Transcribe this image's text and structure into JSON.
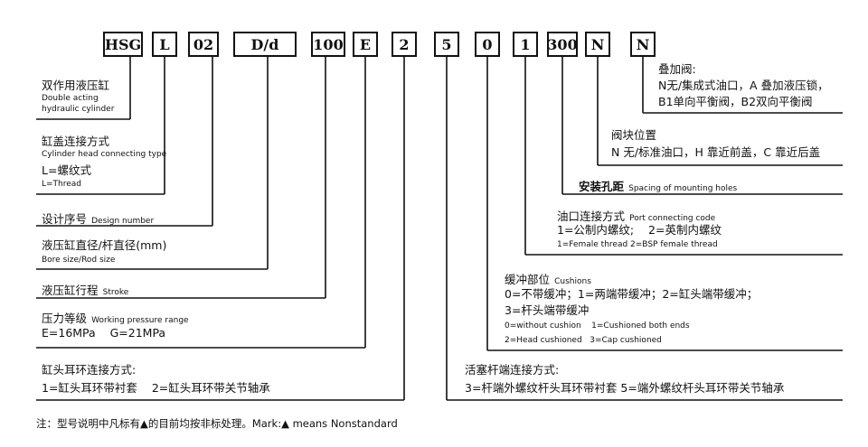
{
  "code": [
    "HSG",
    "L",
    "02",
    "D/d",
    "100",
    "E",
    "2",
    "5",
    "0",
    "1",
    "300",
    "N",
    "N"
  ],
  "left": {
    "double_acting_cn": "双作用液压缸",
    "double_acting_en1": "Double acting",
    "double_acting_en2": "hydraulic cylinder",
    "head_conn_cn": "缸盖连接方式",
    "head_conn_en": "Cylinder head connecting type",
    "head_conn_opt_cn": "L=螺纹式",
    "head_conn_opt_en": "L=Thread",
    "design_cn": "设计序号",
    "design_en": "Design number",
    "bore_cn": "液压缸直径/杆直径(mm)",
    "bore_en": "Bore size/Rod size",
    "stroke_cn": "液压缸行程",
    "stroke_en": "Stroke",
    "pressure_cn": "压力等级",
    "pressure_en": "Working pressure range",
    "pressure_opts": "E=16MPa    G=21MPa",
    "headend_cn": "缸头耳环连接方式:",
    "headend_opts": "1=缸头耳环带衬套    2=缸头耳环带关节轴承"
  },
  "right": {
    "stack_cn": "叠加阀:",
    "stack_l1": "N无/集成式油口，A 叠加液压锁，",
    "stack_l2": "B1单向平衡阀，B2双向平衡阀",
    "block_cn": "阀块位置",
    "block_l1": "N 无/标准油口，H 靠近前盖，C 靠近后盖",
    "spacing_cn": "安装孔距",
    "spacing_en": "Spacing of mounting holes",
    "port_cn": "油口连接方式",
    "port_en": "Port connecting code",
    "port_opts_cn": "1=公制内螺纹;    2=英制内螺纹",
    "port_opts_en": "1=Female thread  2=BSP female thread",
    "cush_cn": "缓冲部位",
    "cush_en": "Cushions",
    "cush_l1": "0=不带缓冲；1=两端带缓冲；2=缸头端带缓冲；",
    "cush_l2": "3=杆头端带缓冲",
    "cush_en1": "0=without cushion    1=Cushioned both ends",
    "cush_en2": "2=Head cushioned   3=Cap cushioned",
    "rodend_cn": "活塞杆端连接方式:",
    "rodend_opts": "3=杆端外螺纹杆头耳环带衬套 5=端外螺纹杆头耳环带关节轴承"
  },
  "note": "注：型号说明中凡标有▲的目前均按非标处理。Mark:▲ means Nonstandard"
}
